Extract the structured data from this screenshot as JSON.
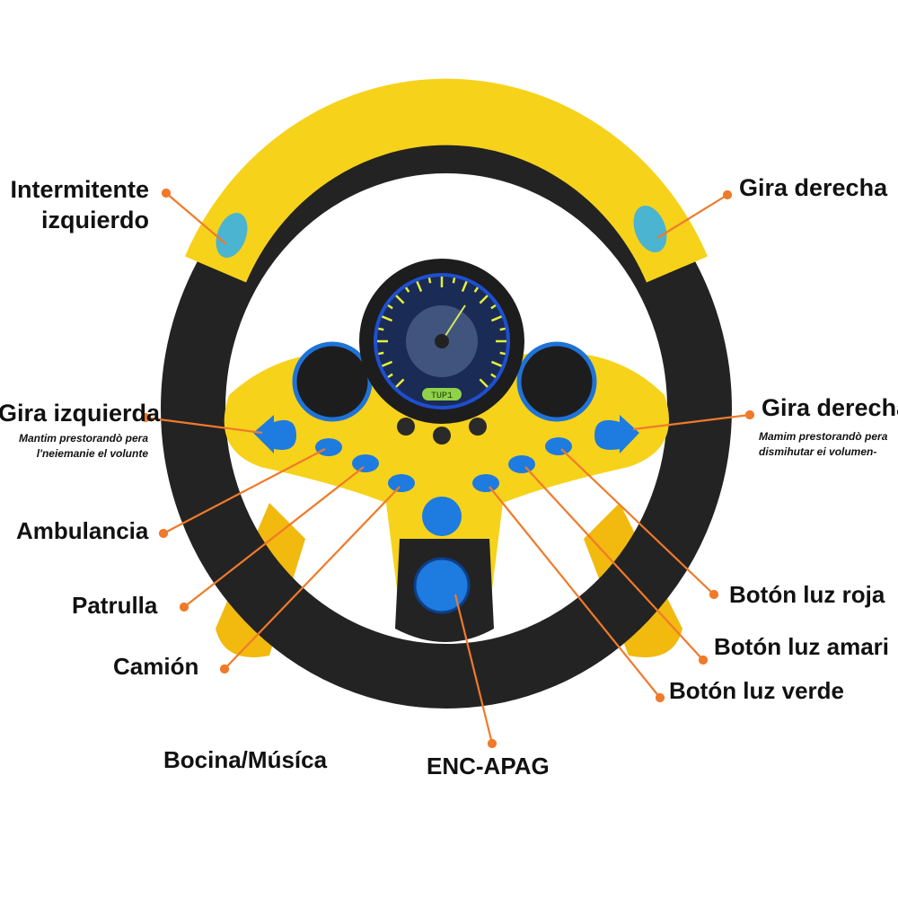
{
  "labels": {
    "left_indicator_line1": "Intermitente",
    "left_indicator_line2": "izquierdo",
    "right_indicator": "Gira derecha",
    "turn_left": "Gira izquierda",
    "turn_left_sub1": "Mantim prestorandò pera",
    "turn_left_sub2": "l'neiemanie el volunte",
    "turn_right": "Gira derecha",
    "turn_right_sub1": "Mamim prestorandò pera",
    "turn_right_sub2": "dismihutar ei volumen-",
    "ambulance": "Ambulancia",
    "patrol": "Patrulla",
    "truck": "Camión",
    "horn_music": "Bocina/Músíca",
    "power": "ENC-APAG",
    "red_light": "Botón luz roja",
    "yellow_light": "Botón luz amari",
    "green_light": "Botón luz verde"
  },
  "dashboard": {
    "display": "TUP1"
  },
  "colors": {
    "yellow": "#f7d21b",
    "black": "#222222",
    "blue": "#1e7be0",
    "leader": "#f07a2a"
  }
}
